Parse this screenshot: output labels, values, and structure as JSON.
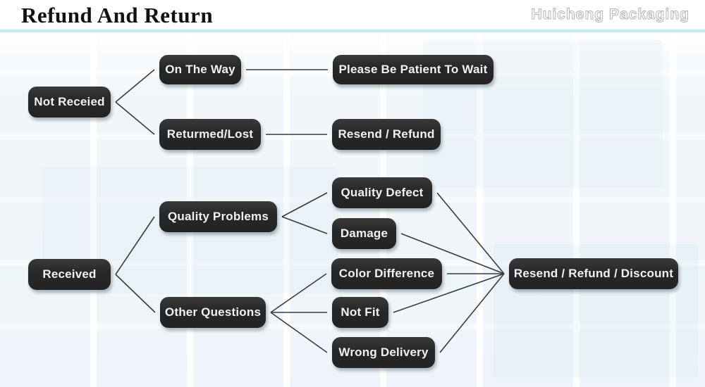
{
  "header": {
    "title": "Refund And Return",
    "brand": "Huicheng Packaging",
    "divider_color": "#c7e6f8"
  },
  "flowchart": {
    "node_bg": "#272727",
    "node_text_color": "#f1f1f1",
    "line_color": "#3b3b3b",
    "nodes": [
      {
        "id": "not-received",
        "label": "Not Receied"
      },
      {
        "id": "on-the-way",
        "label": "On The Way"
      },
      {
        "id": "please-wait",
        "label": "Please Be Patient To Wait"
      },
      {
        "id": "returned-lost",
        "label": "Returmed/Lost"
      },
      {
        "id": "resend-refund",
        "label": "Resend / Refund"
      },
      {
        "id": "received",
        "label": "Received"
      },
      {
        "id": "quality-problems",
        "label": "Quality Problems"
      },
      {
        "id": "quality-defect",
        "label": "Quality Defect"
      },
      {
        "id": "damage",
        "label": "Damage"
      },
      {
        "id": "other-questions",
        "label": "Other Questions"
      },
      {
        "id": "color-difference",
        "label": "Color Difference"
      },
      {
        "id": "not-fit",
        "label": "Not Fit"
      },
      {
        "id": "wrong-delivery",
        "label": "Wrong Delivery"
      },
      {
        "id": "resolution",
        "label": "Resend / Refund / Discount"
      }
    ],
    "edges": [
      {
        "from": "not-received",
        "to": "on-the-way"
      },
      {
        "from": "not-received",
        "to": "returned-lost"
      },
      {
        "from": "on-the-way",
        "to": "please-wait"
      },
      {
        "from": "returned-lost",
        "to": "resend-refund"
      },
      {
        "from": "received",
        "to": "quality-problems"
      },
      {
        "from": "received",
        "to": "other-questions"
      },
      {
        "from": "quality-problems",
        "to": "quality-defect"
      },
      {
        "from": "quality-problems",
        "to": "damage"
      },
      {
        "from": "other-questions",
        "to": "color-difference"
      },
      {
        "from": "other-questions",
        "to": "not-fit"
      },
      {
        "from": "other-questions",
        "to": "wrong-delivery"
      },
      {
        "from": "quality-defect",
        "to": "resolution"
      },
      {
        "from": "damage",
        "to": "resolution"
      },
      {
        "from": "color-difference",
        "to": "resolution"
      },
      {
        "from": "not-fit",
        "to": "resolution"
      },
      {
        "from": "wrong-delivery",
        "to": "resolution"
      }
    ]
  },
  "decor": {
    "accent_teal": "#4b8d96",
    "accent_orange": "#e9aa5a"
  }
}
